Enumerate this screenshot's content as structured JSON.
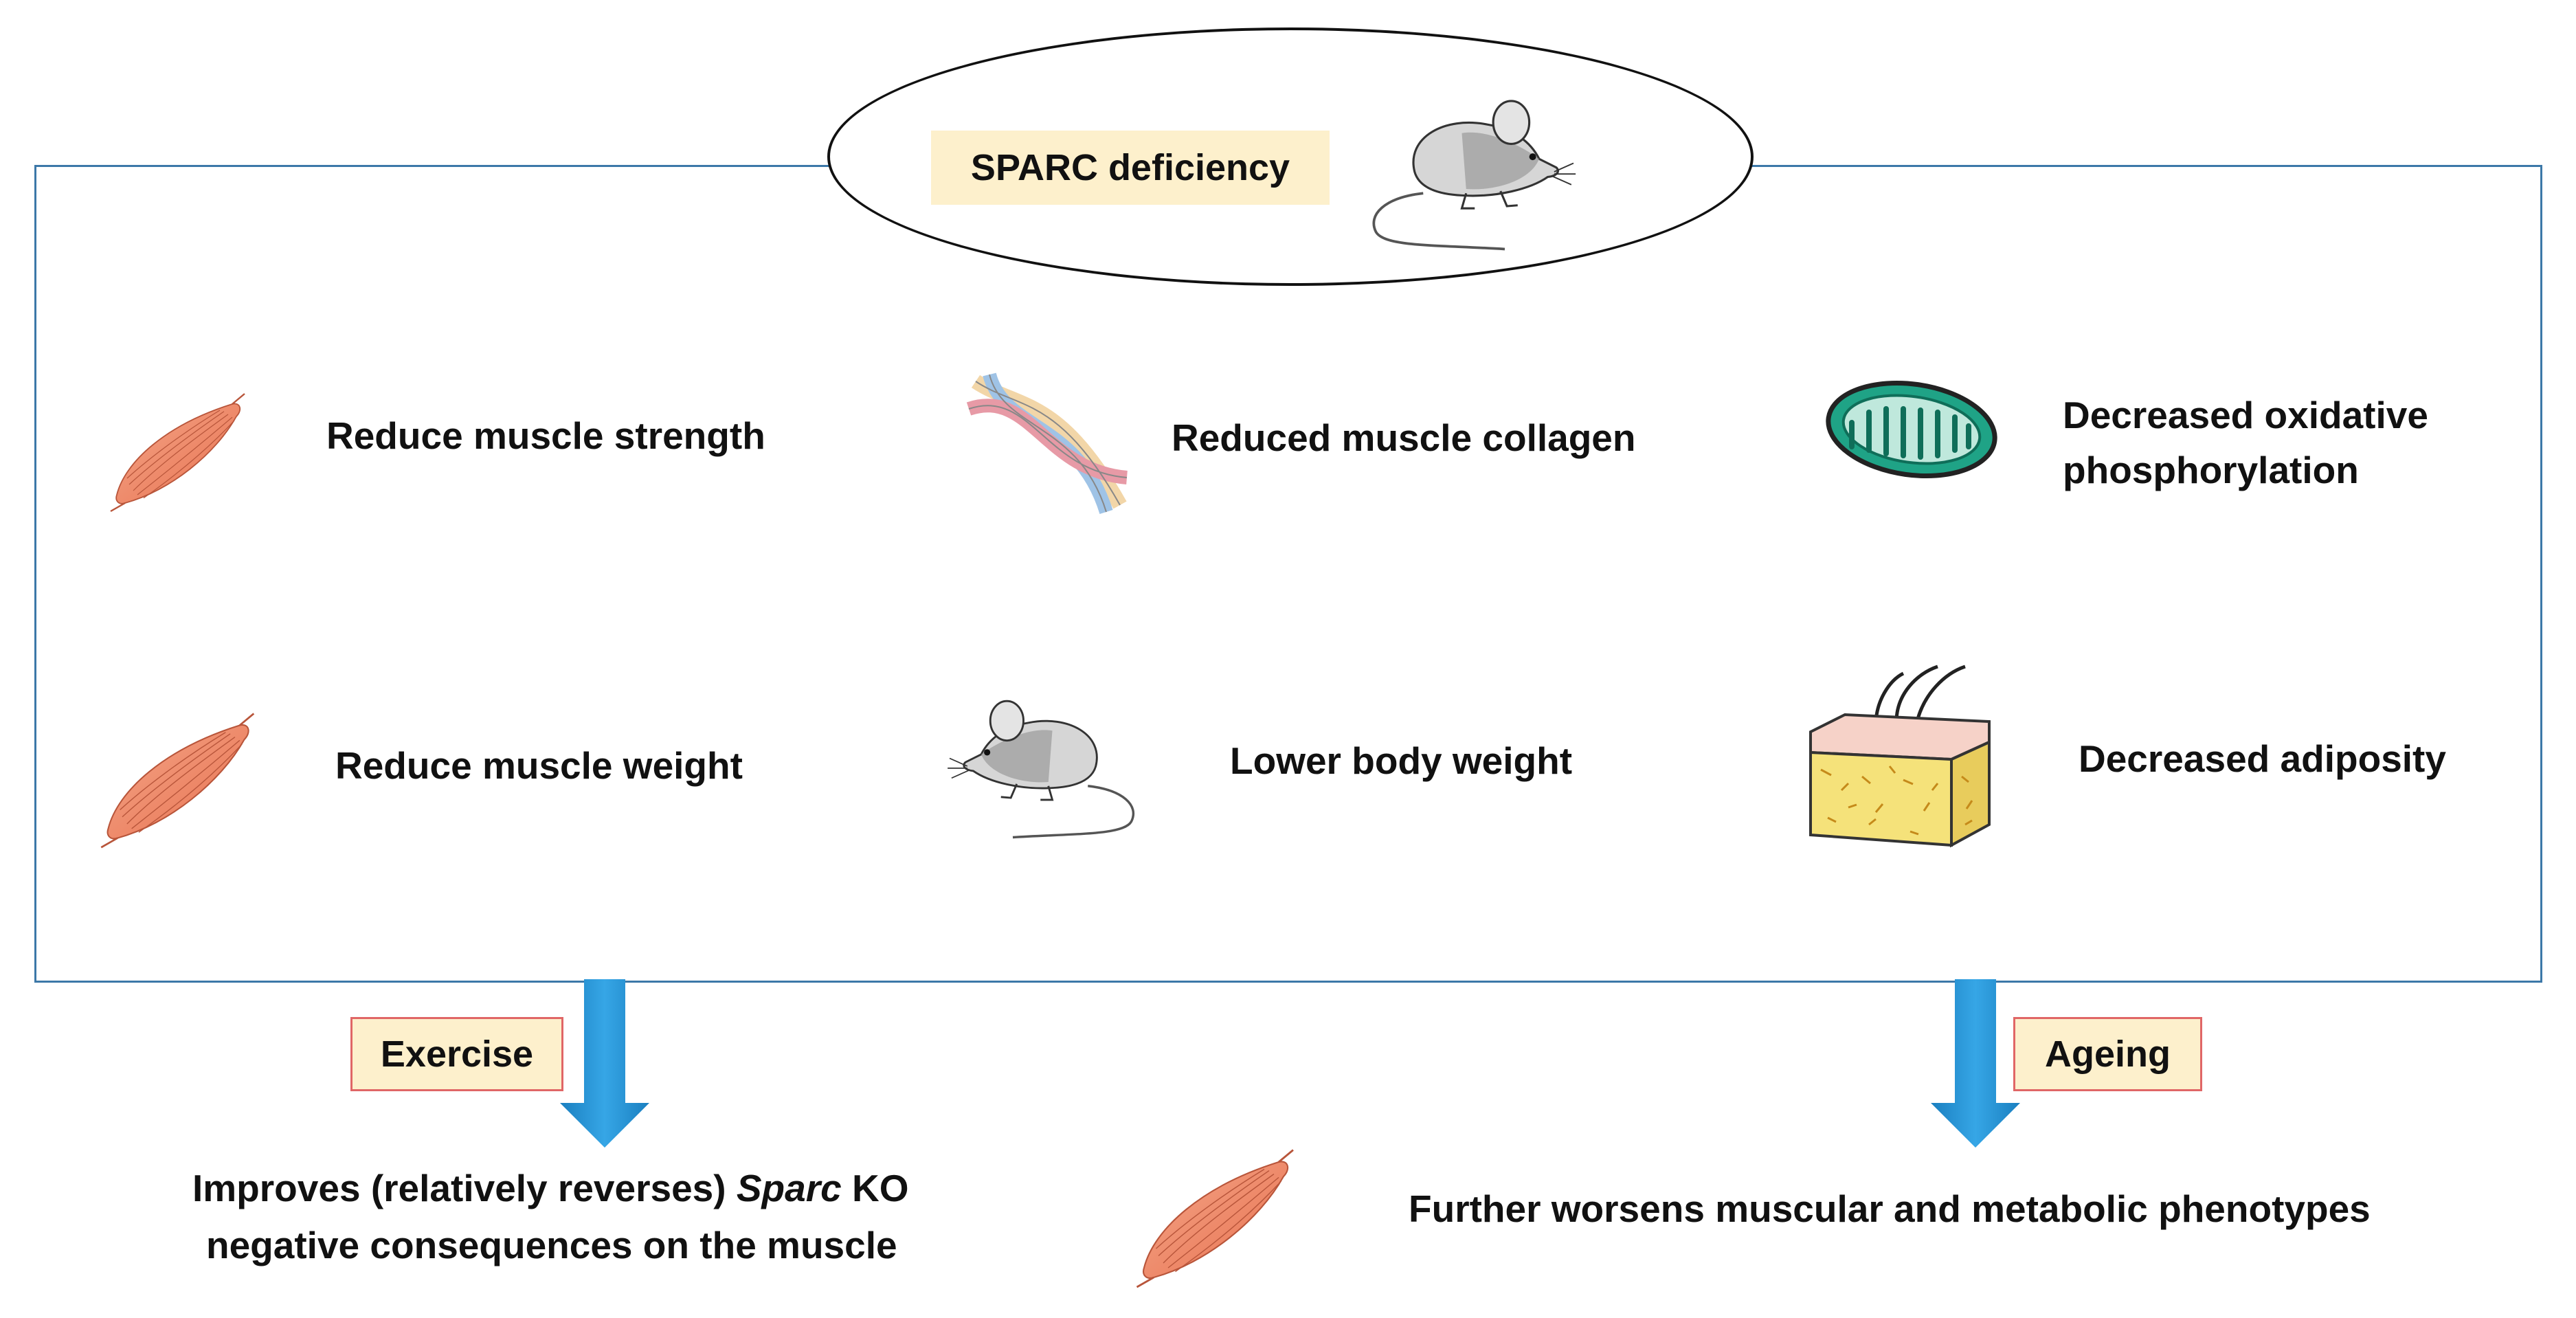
{
  "center": {
    "title": "SPARC deficiency",
    "icon": "mouse-icon"
  },
  "effects": {
    "muscle_strength": {
      "label": "Reduce muscle strength",
      "icon": "muscle-icon"
    },
    "muscle_collagen": {
      "label": "Reduced muscle collagen",
      "icon": "collagen-icon"
    },
    "oxphos": {
      "line1": "Decreased oxidative",
      "line2": "phosphorylation",
      "icon": "mitochondrion-icon"
    },
    "muscle_weight": {
      "label": "Reduce muscle weight",
      "icon": "muscle-icon"
    },
    "body_weight": {
      "label": "Lower body weight",
      "icon": "mouse-icon"
    },
    "adiposity": {
      "label": "Decreased adiposity",
      "icon": "adipose-tissue-icon"
    }
  },
  "exercise": {
    "tag": "Exercise",
    "result_line1_pre": "Improves (relatively reverses) ",
    "result_line1_italic": "Sparc",
    "result_line1_post": " KO",
    "result_line2": "negative consequences on the muscle"
  },
  "ageing": {
    "tag": "Ageing",
    "result": "Further worsens muscular and metabolic phenotypes"
  },
  "colors": {
    "frame": "#3c78a8",
    "arrow": "#1f8fd0",
    "highlight": "#fdf0cc",
    "tag_border": "#e06666",
    "muscle": "#f08a6a"
  }
}
